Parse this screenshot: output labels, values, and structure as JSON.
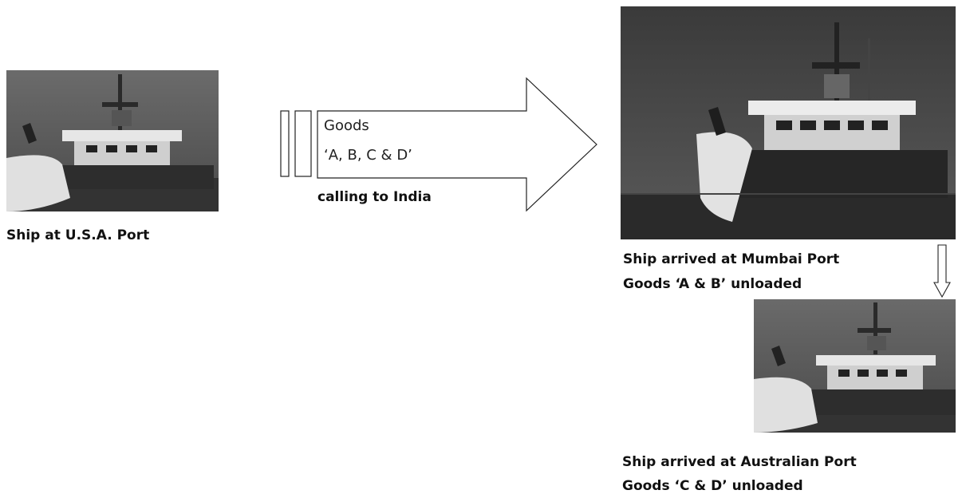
{
  "nodes": {
    "usa": {
      "caption_lines": [
        "Ship at U.S.A. Port"
      ]
    },
    "mumbai": {
      "caption_lines": [
        "Ship arrived at Mumbai Port",
        "Goods ‘A & B’ unloaded"
      ]
    },
    "australia": {
      "caption_lines": [
        "Ship arrived at Australian Port",
        "Goods ‘C & D’ unloaded"
      ]
    }
  },
  "arrow": {
    "goods_label": "Goods",
    "goods_items": "‘A, B, C & D’",
    "route_label": "calling to India"
  },
  "colors": {
    "line": "#222222",
    "photo_dark": "#3a3a3a",
    "ship_white": "#e6e6e6"
  }
}
